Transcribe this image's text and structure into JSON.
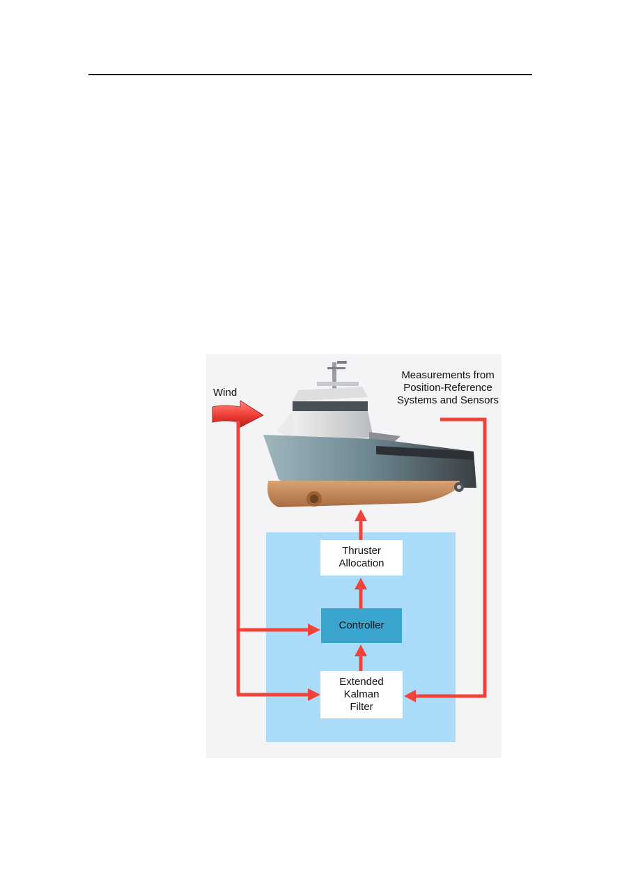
{
  "diagram": {
    "labels": {
      "wind": "Wind",
      "measurements_line1": "Measurements from",
      "measurements_line2": "Position-Reference",
      "measurements_line3": "Systems and Sensors"
    },
    "blocks": {
      "thruster_line1": "Thruster",
      "thruster_line2": "Allocation",
      "controller": "Controller",
      "ekf_line1": "Extended",
      "ekf_line2": "Kalman",
      "ekf_line3": "Filter"
    },
    "colors": {
      "arrow": "#f2433b",
      "system_box": "#aadcfa",
      "controller_block": "#3aa6cf",
      "hull_lower": "#c98a5c",
      "hull_upper": "#6f8c96"
    }
  }
}
